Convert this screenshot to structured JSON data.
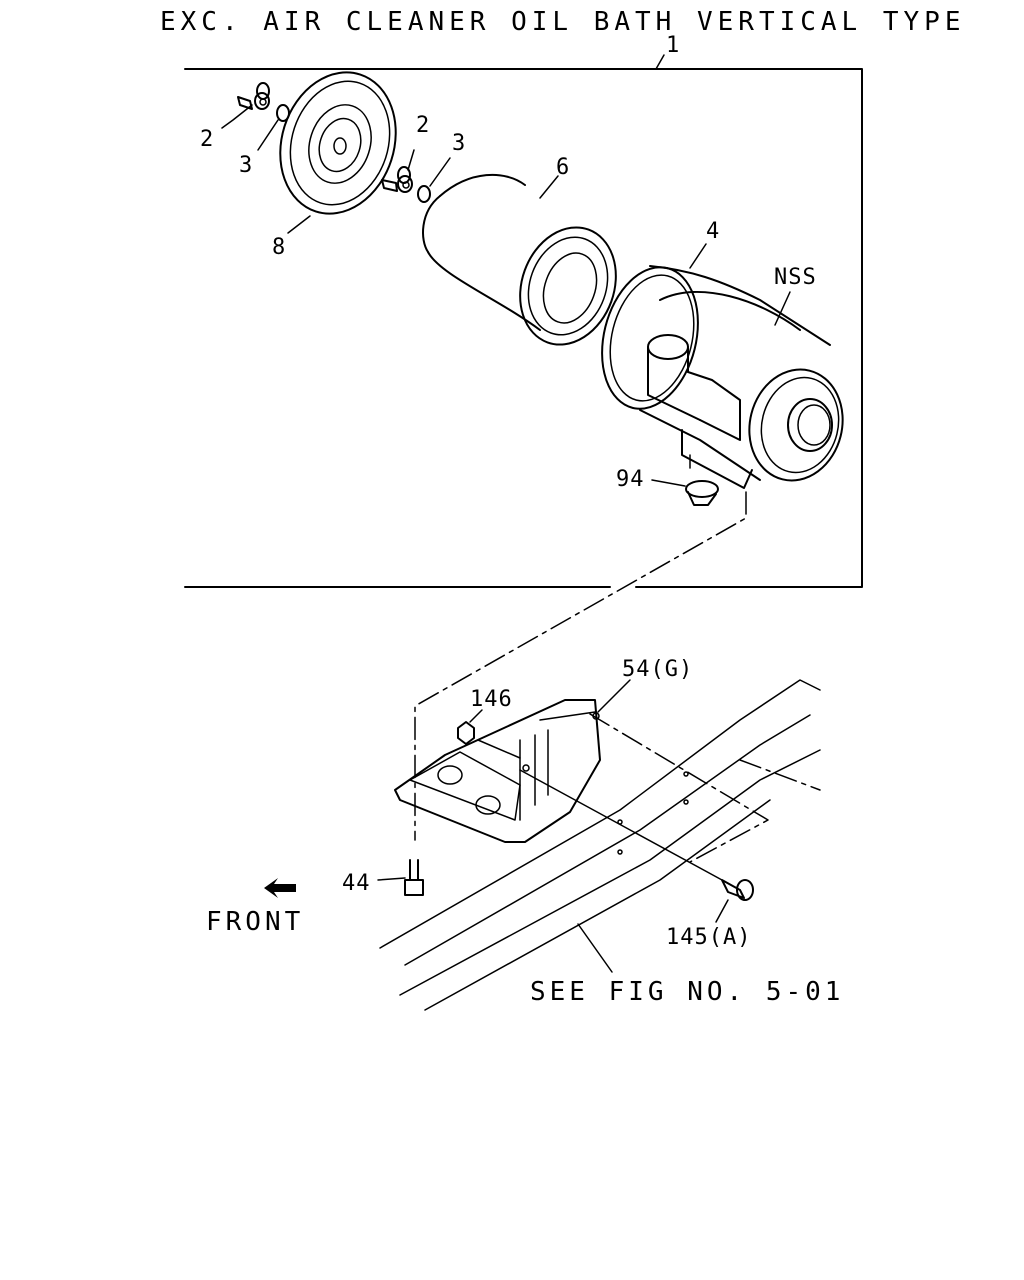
{
  "diagram": {
    "title": "EXC. AIR CLEANER OIL BATH VERTICAL TYPE",
    "front_label": "FRONT",
    "see_fig_note": "SEE FIG NO. 5-01",
    "callouts": {
      "assembly": "1",
      "wing_bolt_a": "2",
      "washer_a": "3",
      "wing_bolt_b": "2",
      "washer_b": "3",
      "filter_element": "6",
      "end_cover": "8",
      "housing_gasket": "4",
      "housing_nss": "NSS",
      "drain_valve": "94",
      "nut": "146",
      "bracket": "54(G)",
      "bolt_bottom": "44",
      "bolt_frame": "145(A)"
    }
  }
}
